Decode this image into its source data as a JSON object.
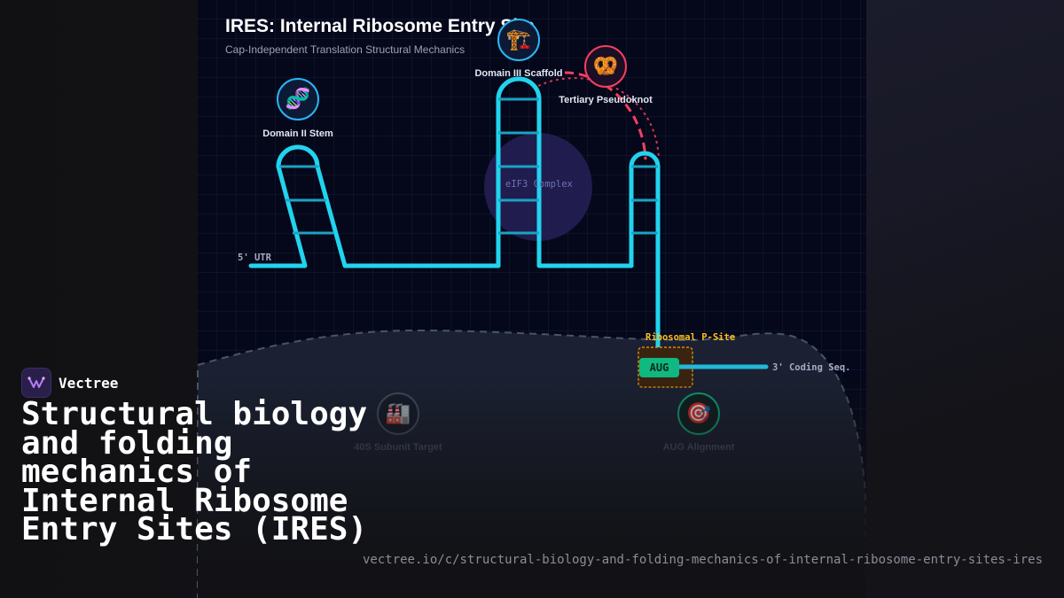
{
  "diagram": {
    "title": "IRES: Internal Ribosome Entry Site",
    "subtitle": "Cap-Independent Translation Structural Mechanics",
    "nodes": {
      "domain_ii": {
        "label": "Domain II Stem",
        "icon": "🧬",
        "icon_name": "dna-icon",
        "color": "#29b6f6"
      },
      "domain_iii": {
        "label": "Domain III Scaffold",
        "icon": "🏗️",
        "icon_name": "construction-crane-icon",
        "color": "#29b6f6"
      },
      "pseudoknot": {
        "label": "Tertiary Pseudoknot",
        "icon": "🥨",
        "icon_name": "pretzel-icon",
        "color": "#f43f5e"
      },
      "subunit_40s": {
        "label": "40S Subunit Target",
        "icon": "🏭",
        "icon_name": "factory-icon",
        "color": "#64748b"
      },
      "aug_alignment": {
        "label": "AUG Alignment",
        "icon": "🎯",
        "icon_name": "target-icon",
        "color": "#10b981"
      }
    },
    "labels": {
      "utr5": "5' UTR",
      "eif3": "eIF3 Complex",
      "psite": "Ribosomal P-Site",
      "aug": "AUG",
      "coding": "3' Coding Seq."
    },
    "colors": {
      "rna_strand": "#22d3ee",
      "pseudoknot_link": "#f43f5e",
      "psite": "#fbbf24",
      "aug": "#10b981",
      "eif3": "#3b2f7a"
    }
  },
  "brand": {
    "name": "Vectree",
    "headline": "Structural biology and folding mechanics of Internal Ribosome Entry Sites (IRES)",
    "url": "vectree.io/c/structural-biology-and-folding-mechanics-of-internal-ribosome-entry-sites-ires"
  }
}
